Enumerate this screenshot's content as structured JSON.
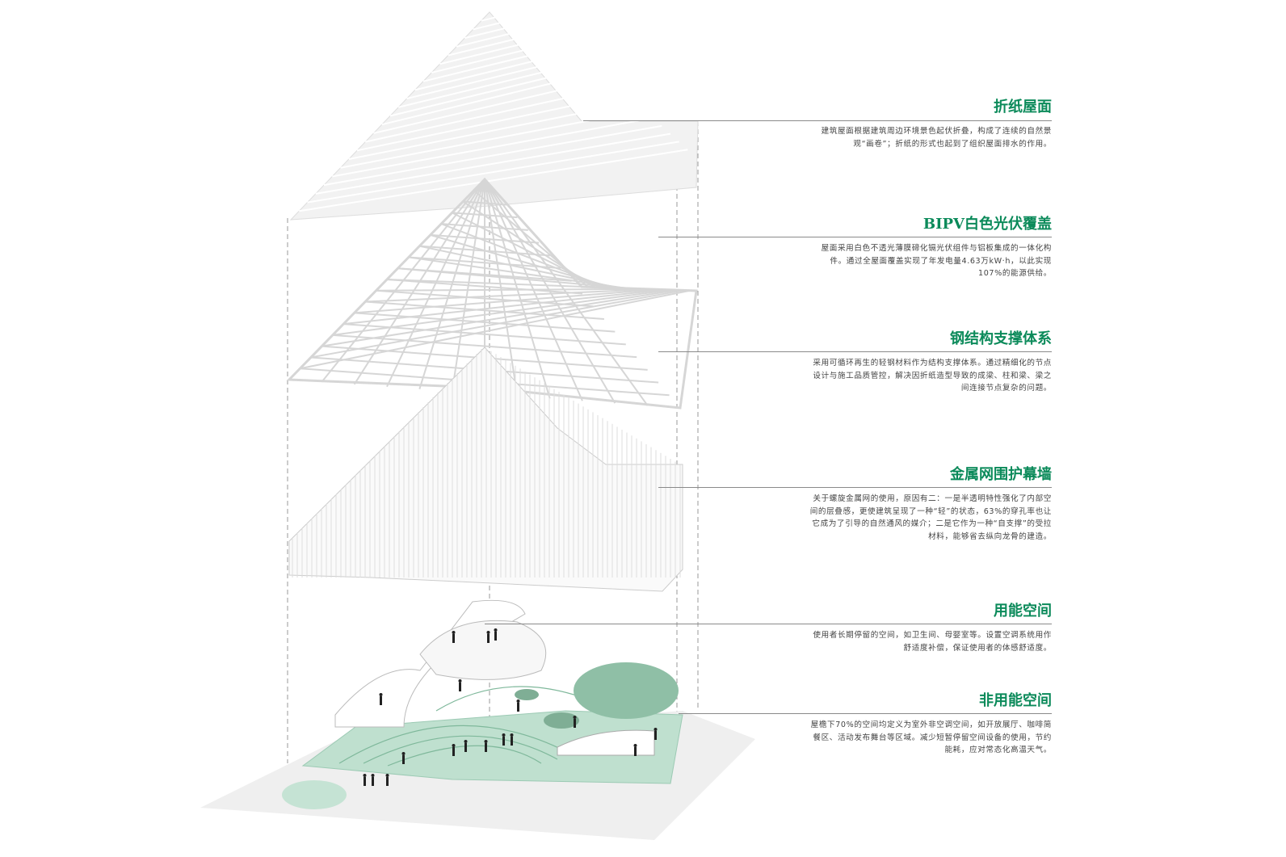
{
  "accent_color": "#0b8a5a",
  "layers": [
    {
      "title": "折纸屋面",
      "text": "建筑屋面根据建筑周边环境景色起伏折叠，构成了连续的自然景观“画卷”；折纸的形式也起到了组织屋面排水的作用。"
    },
    {
      "title": "BIPV白色光伏覆盖",
      "text": "屋面采用白色不透光薄膜碲化镉光伏组件与铝板集成的一体化构件。通过全屋面覆盖实现了年发电量4.63万kW·h，以此实现107%的能源供给。"
    },
    {
      "title": "钢结构支撑体系",
      "text": "采用可循环再生的轻钢材料作为结构支撑体系。通过精细化的节点设计与施工品质管控，解决因折纸造型导致的成梁、柱和梁、梁之间连接节点复杂的问题。"
    },
    {
      "title": "金属网围护幕墙",
      "text": "关于螺旋金属网的使用，原因有二：一是半透明特性强化了内部空间的层叠感，更使建筑呈现了一种“轻”的状态，63%的穿孔率也让它成为了引导的自然通风的媒介；二是它作为一种“自支撑”的受拉材料，能够省去纵向龙骨的建造。"
    },
    {
      "title": "用能空间",
      "text": "使用者长期停留的空间，如卫生间、母婴室等。设置空调系统用作舒适度补偿，保证使用者的体感舒适度。"
    },
    {
      "title": "非用能空间",
      "text": "屋檐下70%的空间均定义为室外非空调空间，如开放展厅、咖啡简餐区、活动发布舞台等区域。减少短暂停留空间设备的使用，节约能耗，应对常态化高温天气。"
    }
  ]
}
